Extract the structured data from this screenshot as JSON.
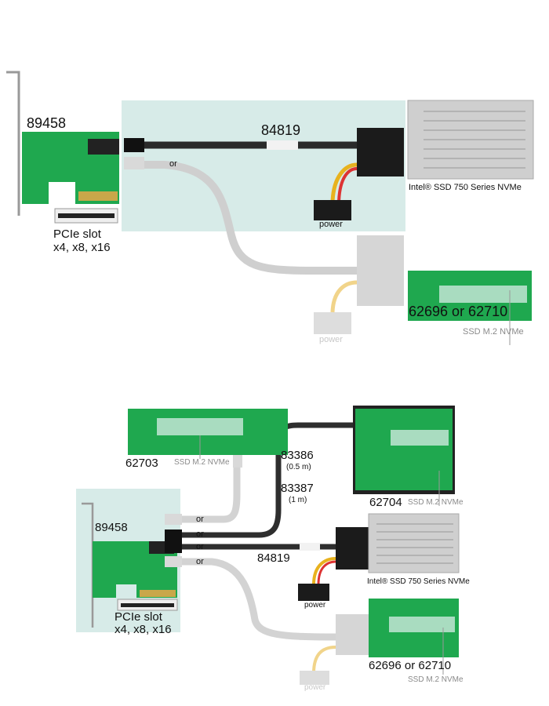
{
  "colors": {
    "panel": "#d7ebe8",
    "pcb": "#1fa84f",
    "cable_black": "#2a2a2a",
    "cable_grey": "#cfcfcf",
    "ssd_metal": "#cfcfcf"
  },
  "top": {
    "adapter_label": "89458",
    "slot_label_1": "PCIe slot",
    "slot_label_2": "x4, x8, x16",
    "cable_label": "84819",
    "or_label": "or",
    "power_label": "power",
    "ssd_label": "Intel® SSD 750 Series NVMe",
    "m2_adapter_label": "62696 or 62710",
    "m2_ssd_label": "SSD M.2 NVMe",
    "faded_power_label": "power"
  },
  "bottom": {
    "card_62703_label": "62703",
    "card_62703_ssd_label": "SSD M.2 NVMe",
    "cable_a_label": "83386",
    "cable_a_length": "(0.5 m)",
    "cable_b_label": "83387",
    "cable_b_length": "(1 m)",
    "card_62704_label": "62704",
    "card_62704_ssd_label": "SSD M.2 NVMe",
    "adapter_label": "89458",
    "slot_label_1": "PCIe slot",
    "slot_label_2": "x4, x8, x16",
    "or_labels": [
      "or",
      "or",
      "or",
      "or"
    ],
    "cable_label": "84819",
    "ssd_label": "Intel® SSD 750 Series NVMe",
    "power_label": "power",
    "m2_adapter_label": "62696 or 62710",
    "m2_ssd_label": "SSD M.2 NVMe",
    "faded_power_label": "power"
  }
}
